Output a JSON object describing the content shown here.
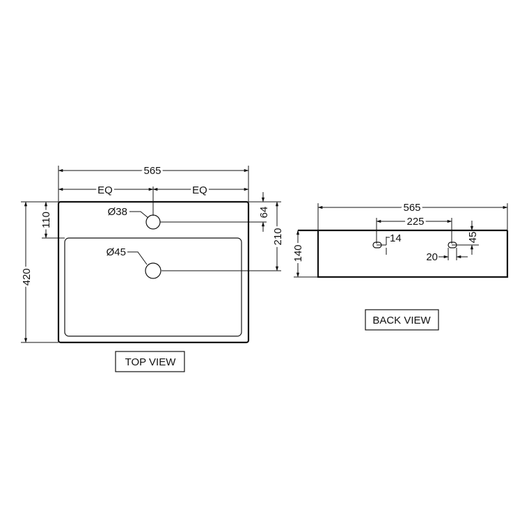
{
  "views": {
    "top": {
      "caption": "TOP VIEW",
      "width_dim": "565",
      "eq_left": "EQ",
      "eq_right": "EQ",
      "depth_dim": "420",
      "tap_offset_dim": "110",
      "tap_hole_dia": "Ø38",
      "tap_hole_offset_dim": "64",
      "waste_offset_dim": "210",
      "waste_hole_dia": "Ø45"
    },
    "back": {
      "caption": "BACK VIEW",
      "width_dim": "565",
      "bracket_spacing_dim": "225",
      "bracket_hole_dim": "14",
      "height_dim": "140",
      "bracket_height_dim": "45",
      "bracket_width_dim": "20"
    }
  },
  "colors": {
    "line": "#111111",
    "background": "#ffffff"
  }
}
